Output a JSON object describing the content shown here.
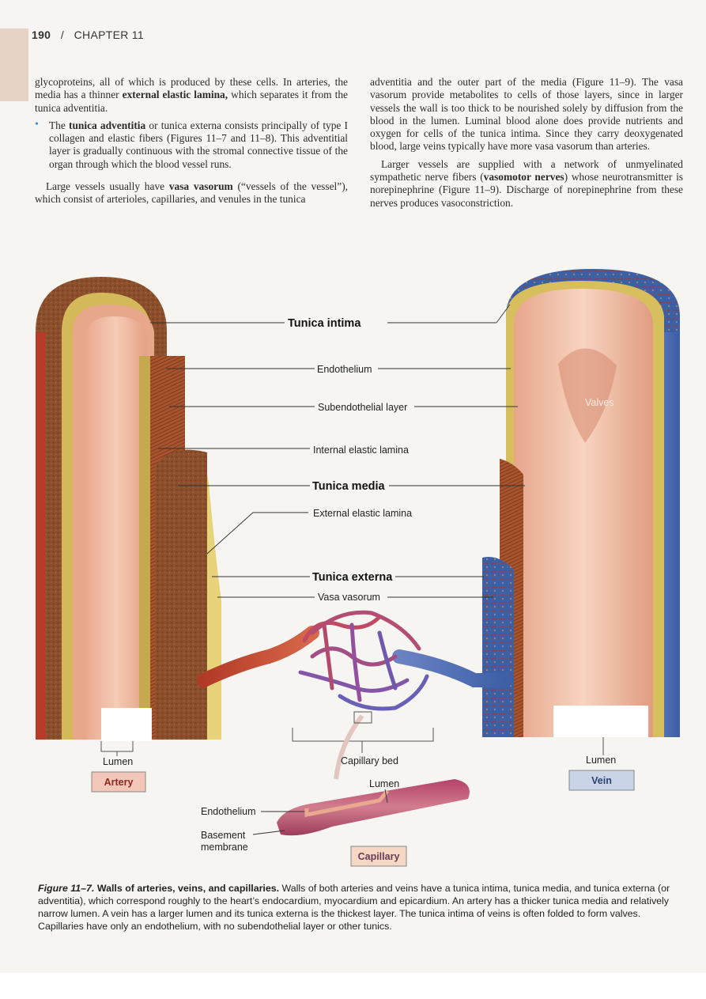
{
  "header": {
    "page_number": "190",
    "separator": "/",
    "chapter": "CHAPTER 11"
  },
  "left_column": {
    "p1": [
      {
        "t": "glycoproteins, all of which is produced by these cells. In arteries, the media has a thinner ",
        "b": false
      },
      {
        "t": "external elastic lamina,",
        "b": true
      },
      {
        "t": " which separates it from the tunica adventitia.",
        "b": false
      }
    ],
    "bullet": [
      {
        "t": "The ",
        "b": false
      },
      {
        "t": "tunica adventitia",
        "b": true
      },
      {
        "t": " or tunica externa consists principally of type I collagen and elastic fibers (Figures 11–7 and 11–8). This adventitial layer is gradually continuous with the stromal connective tissue of the organ through which the blood vessel runs.",
        "b": false
      }
    ],
    "p2": [
      {
        "t": "Large vessels usually have ",
        "b": false
      },
      {
        "t": "vasa vasorum",
        "b": true
      },
      {
        "t": " (“vessels of the vessel”), which consist of arterioles, capillaries, and venules in the tunica",
        "b": false
      }
    ]
  },
  "right_column": {
    "p1": [
      {
        "t": "adventitia and the outer part of the media (Figure 11–9). The vasa vasorum provide metabolites to cells of those layers, since in larger vessels the wall is too thick to be nourished solely by diffusion from the blood in the lumen. Luminal blood alone does provide nutrients and oxygen for cells of the tunica intima. Since they carry deoxygenated blood, large veins typically have more vasa vasorum than arteries.",
        "b": false
      }
    ],
    "p2": [
      {
        "t": "Larger vessels are supplied with a network of unmyelinated sympathetic nerve fibers (",
        "b": false
      },
      {
        "t": "vasomotor nerves",
        "b": true
      },
      {
        "t": ") whose neurotransmitter is norepinephrine (Figure 11–9). Discharge of norepinephrine from these nerves produces vasoconstriction.",
        "b": false
      }
    ]
  },
  "figure": {
    "labels": {
      "tunica_intima": "Tunica intima",
      "endothelium": "Endothelium",
      "subendothelial": "Subendothelial layer",
      "internal_elastic": "Internal elastic lamina",
      "tunica_media": "Tunica media",
      "external_elastic": "External elastic lamina",
      "tunica_externa": "Tunica externa",
      "vasa_vasorum": "Vasa vasorum",
      "valves": "Valves",
      "lumen_artery": "Lumen",
      "lumen_vein": "Lumen",
      "capillary_bed": "Capillary bed",
      "lumen_capillary": "Lumen",
      "endothelium_cap": "Endothelium",
      "basement_line1": "Basement",
      "basement_line2": "membrane"
    },
    "boxes": {
      "artery": "Artery",
      "vein": "Vein",
      "capillary": "Capillary"
    },
    "colors": {
      "artery_box": "#f2c6b8",
      "vein_box": "#c9d5e6",
      "capillary_box": "#f4d8c4",
      "artery_red": "#b8432f",
      "vein_blue": "#3f64a8",
      "collagen_brown": "#8a4f2d",
      "media_yellow": "#d9c256"
    }
  },
  "caption": {
    "number": "Figure 11–7.",
    "title": "Walls of arteries, veins, and capillaries.",
    "text": " Walls of both arteries and veins have a tunica intima, tunica media, and tunica externa (or adventitia), which correspond roughly to the heart’s endocardium, myocardium and epicardium. An artery has a thicker tunica media and relatively narrow lumen. A vein has a larger lumen and its tunica externa is the thickest layer. The tunica intima of veins is often folded to form valves. Capillaries have only an endothelium, with no subendothelial layer or other tunics."
  }
}
